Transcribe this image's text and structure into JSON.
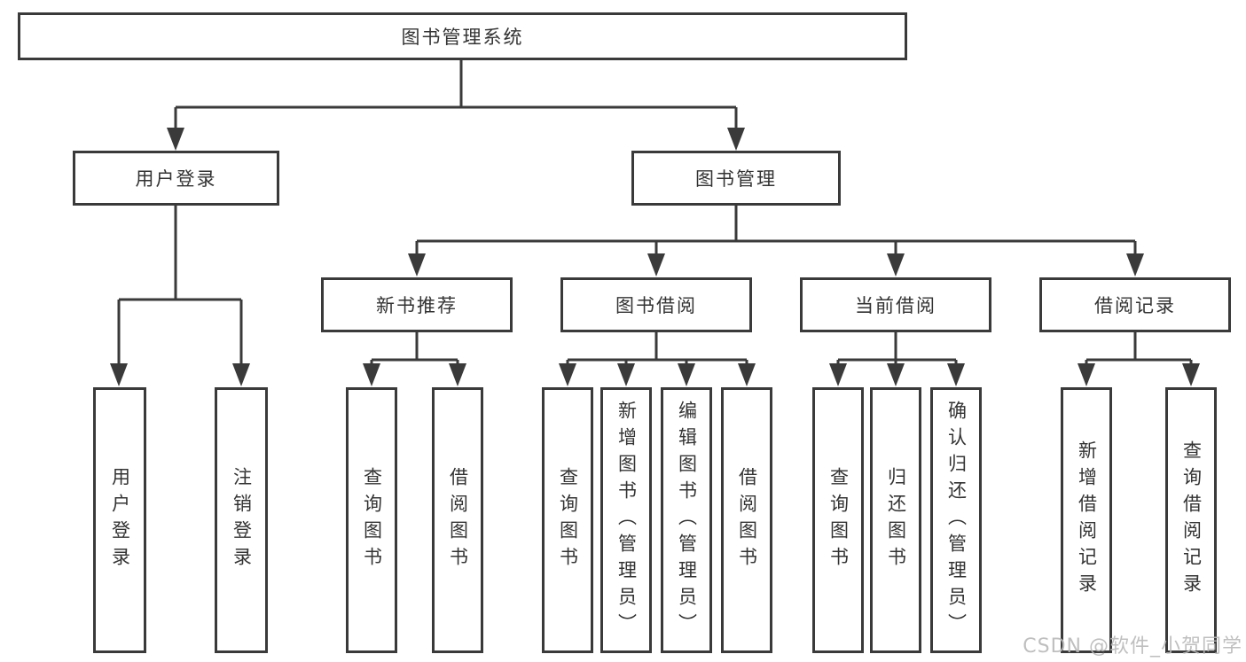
{
  "diagram": {
    "root": {
      "label": "图书管理系统"
    },
    "branches": [
      {
        "label": "用户登录",
        "children": [
          {
            "label": "用户登录"
          },
          {
            "label": "注销登录"
          }
        ]
      },
      {
        "label": "图书管理",
        "groups": [
          {
            "label": "新书推荐",
            "children": [
              {
                "label": "查询图书"
              },
              {
                "label": "借阅图书"
              }
            ]
          },
          {
            "label": "图书借阅",
            "children": [
              {
                "label": "查询图书"
              },
              {
                "label": "新增图书（管理员）"
              },
              {
                "label": "编辑图书（管理员）"
              },
              {
                "label": "借阅图书"
              }
            ]
          },
          {
            "label": "当前借阅",
            "children": [
              {
                "label": "查询图书"
              },
              {
                "label": "归还图书"
              },
              {
                "label": "确认归还（管理员）"
              }
            ]
          },
          {
            "label": "借阅记录",
            "children": [
              {
                "label": "新增借阅记录"
              },
              {
                "label": "查询借阅记录"
              }
            ]
          }
        ]
      }
    ]
  },
  "watermark": {
    "text": "CSDN @软件_小贺同学"
  },
  "colors": {
    "line": "#3a3a3a",
    "text": "#333333",
    "background": "#ffffff",
    "watermark": "#b9b9b9"
  }
}
